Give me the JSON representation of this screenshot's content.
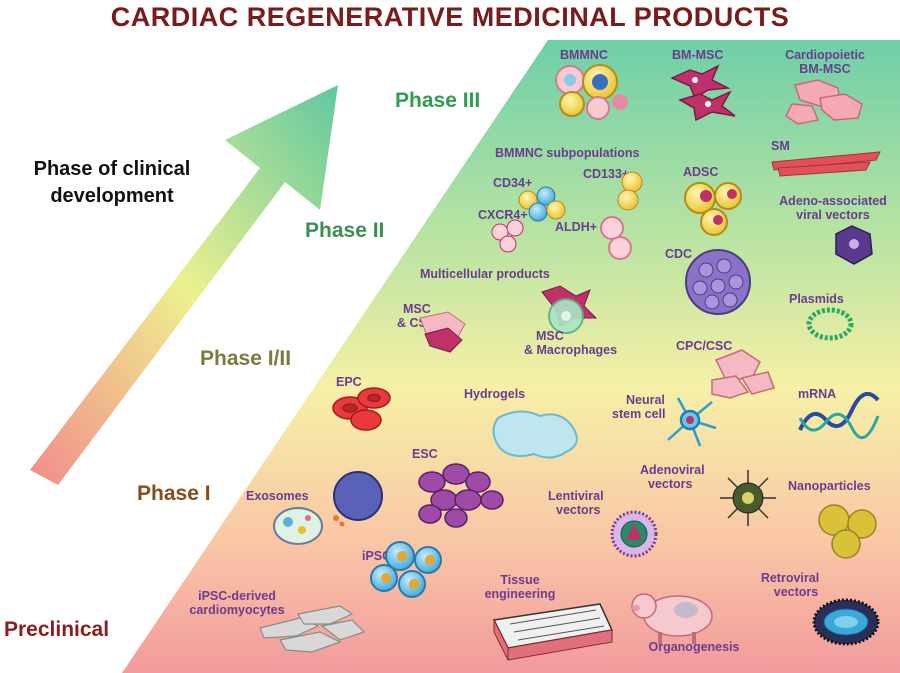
{
  "title": "CARDIAC REGENERATIVE MEDICINAL PRODUCTS",
  "axis_label": {
    "line1": "Phase of clinical",
    "line2": "development"
  },
  "phases": {
    "phase3": "Phase III",
    "phase2": "Phase II",
    "phase12": "Phase I/II",
    "phase1": "Phase I",
    "preclinical": "Preclinical"
  },
  "colors": {
    "title": "#7a1a1a",
    "phase3": "#2e9e4f",
    "phase2": "#3b8f55",
    "phase12": "#7d7a3e",
    "phase1": "#8a4a1c",
    "preclinical": "#8a1e1e",
    "label": "#6a3d8f"
  },
  "products": {
    "bmmnc": "BMMNC",
    "bm_msc": "BM-MSC",
    "cardiopoietic": {
      "line1": "Cardiopoietic",
      "line2": "BM-MSC"
    },
    "bmmnc_sub": "BMMNC subpopulations",
    "cd34": "CD34+",
    "cd133": "CD133+",
    "cxcr4": "CXCR4+",
    "aldh": "ALDH+",
    "adsc": "ADSC",
    "sm": "SM",
    "aav": {
      "line1": "Adeno-associated",
      "line2": "viral vectors"
    },
    "cdc": "CDC",
    "multicellular": "Multicellular products",
    "msc_csc": {
      "line1": "MSC",
      "line2": "& CSC"
    },
    "msc_macro": {
      "line1": "MSC",
      "line2": "& Macrophages"
    },
    "plasmids": "Plasmids",
    "cpc_csc": "CPC/CSC",
    "epc": "EPC",
    "hydrogels": "Hydrogels",
    "neural": {
      "line1": "Neural",
      "line2": "stem cell"
    },
    "mrna": "mRNA",
    "esc": "ESC",
    "adenoviral": {
      "line1": "Adenoviral",
      "line2": "vectors"
    },
    "exosomes": "Exosomes",
    "nanoparticles": "Nanoparticles",
    "lentiviral": {
      "line1": "Lentiviral",
      "line2": "vectors"
    },
    "ipsc": "iPSC",
    "ipsc_cm": {
      "line1": "iPSC-derived",
      "line2": "cardiomyocytes"
    },
    "tissue": {
      "line1": "Tissue",
      "line2": "engineering"
    },
    "retroviral": {
      "line1": "Retroviral",
      "line2": "vectors"
    },
    "organogenesis": "Organogenesis"
  }
}
